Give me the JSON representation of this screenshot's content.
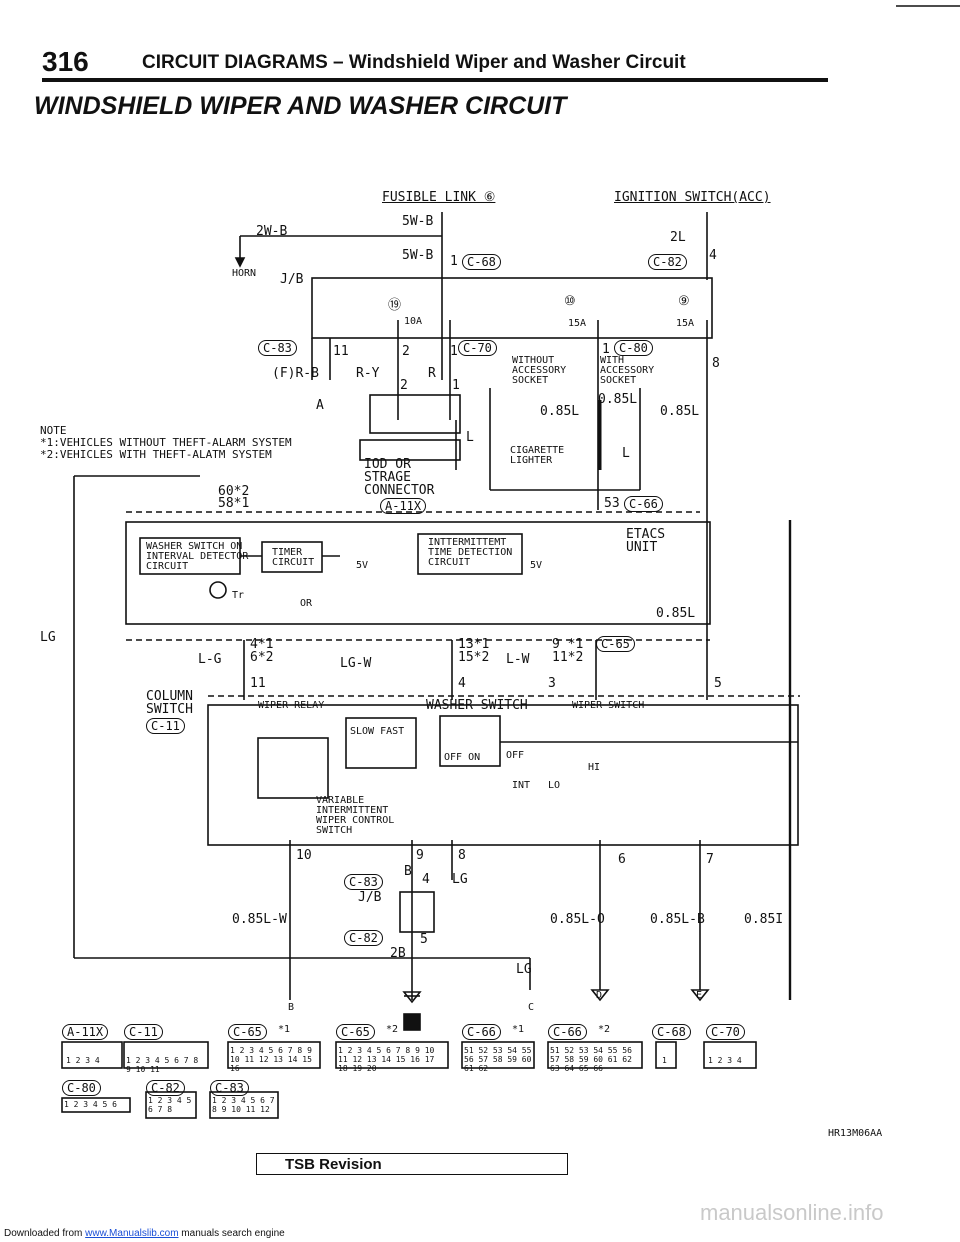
{
  "header": {
    "page_number": "316",
    "section_title": "CIRCUIT DIAGRAMS – Windshield Wiper and Washer Circuit"
  },
  "title": "WINDSHIELD WIPER AND WASHER CIRCUIT",
  "labels": {
    "fusible_link": "FUSIBLE LINK ⑥",
    "ignition_switch": "IGNITION SWITCH(ACC)",
    "w2wb": "2W-B",
    "w5wb_top": "5W-B",
    "w5wb_bot": "5W-B",
    "horn": "HORN",
    "jb": "J/B",
    "w2l": "2L",
    "fuse19": "⑲",
    "fuse10": "⑩",
    "fuse9": "⑨",
    "amp10": "10A",
    "amp15a": "15A",
    "amp15b": "15A",
    "frb": "(F)R-B",
    "ry": "R-Y",
    "r": "R",
    "without_socket": "WITHOUT\nACCESSORY\nSOCKET",
    "with_socket": "WITH\nACCESSORY\nSOCKET",
    "w085l_a": "0.85L",
    "w085l_b": "0.85L",
    "w085l_c": "0.85L",
    "w085l_d": "0.85L",
    "l1": "L",
    "l2": "L",
    "cigarette": "CIGARETTE\nLIGHTER",
    "iod": "IOD OR\nSTRAGE\nCONNECTOR",
    "note_title": "NOTE",
    "note1": "*1:VEHICLES WITHOUT THEFT-ALARM SYSTEM",
    "note2": "*2:VEHICLES WITH THEFT-ALATM SYSTEM",
    "pin60": "60*2",
    "pin58": "58*1",
    "pin53": "53",
    "etacs": "ETACS\nUNIT",
    "washer_switch_on": "WASHER SWITCH ON\nINTERVAL DETECTOR\nCIRCUIT",
    "timer": "TIMER\nCIRCUIT",
    "intermittent": "INTTERMITTEMT\nTIME DETECTION\nCIRCUIT",
    "v5a": "5V",
    "v5b": "5V",
    "tr": "Tr",
    "or": "OR",
    "lg_left": "LG",
    "lg": "L-G",
    "lgw": "LG-W",
    "lw": "L-W",
    "pin4_6": "4*1\n6*2",
    "pin13_15": "13*1\n15*2",
    "pin9_11": "9 *1\n11*2",
    "pin11": "11",
    "pin4": "4",
    "pin3": "3",
    "pin5": "5",
    "column_switch": "COLUMN\nSWITCH",
    "wiper_relay": "WIPER RELAY",
    "washer_switch": "WASHER SWITCH",
    "wiper_switch": "WIPER SWITCH",
    "slow_fast": "SLOW FAST",
    "off_on": "OFF  ON",
    "variable": "VARIABLE\nINTERMITTENT\nWIPER CONTROL\nSWITCH",
    "off1": "OFF",
    "hi1": "HI",
    "int1": "INT",
    "lo1": "LO",
    "pin10": "10",
    "pin9": "9",
    "pin8": "8",
    "pin6": "6",
    "pin7": "7",
    "b_label": "B",
    "pin4b": "4",
    "lg2": "LG",
    "jb2": "J/B",
    "pin5b": "5",
    "w2b": "2B",
    "w085lw": "0.85L-W",
    "w085lo": "0.85L-O",
    "w085lb": "0.85L-B",
    "w085l_end": "0.85I",
    "lg3": "LG",
    "bottom_b": "B",
    "bottom_c": "C",
    "bottom_d": "D",
    "bottom_e": "E",
    "hr_code": "HR13M06AA",
    "pin8_right": "8",
    "pin4_top": "4",
    "pin1_c68": "1",
    "pin2": "2",
    "pin1": "1",
    "pin2b": "2",
    "pin1b": "1",
    "pin11b": "11",
    "pin1_c80": "1",
    "a_label": "A"
  },
  "connectors": {
    "c68": "C-68",
    "c82": "C-82",
    "c83": "C-83",
    "c70": "C-70",
    "c80": "C-80",
    "a11x": "A-11X",
    "c66": "C-66",
    "c65": "C-65",
    "c11": "C-11",
    "c83b": "C-83",
    "c82b": "C-82"
  },
  "connector_key": [
    {
      "label": "A-11X",
      "pins": "1 2 3 4"
    },
    {
      "label": "C-11",
      "pins": "1 2 3 4 5 6 7 8 9 10 11"
    },
    {
      "label": "C-65",
      "mark": "*1",
      "pins": "1 2 3 4 5 6 7 8 9 10 11 12 13 14 15 16"
    },
    {
      "label": "C-65",
      "mark": "*2",
      "pins": "1 2 3 4 5 6 7 8 9 10 11 12 13 14 15 16 17 18 19 20"
    },
    {
      "label": "C-66",
      "mark": "*1",
      "pins": "51 52 53 54 55 56 57 58 59 60 61 62"
    },
    {
      "label": "C-66",
      "mark": "*2",
      "pins": "51 52 53 54 55 56 57 58 59 60 61 62 63 64 65 66"
    },
    {
      "label": "C-68",
      "pins": "1"
    },
    {
      "label": "C-70",
      "pins": "1 2 3 4"
    },
    {
      "label": "C-80",
      "pins": "1 2 3 4 5 6"
    },
    {
      "label": "C-82",
      "pins": "1 2 3 4 5 6 7 8"
    },
    {
      "label": "C-83",
      "pins": "1 2 3 4 5 6 7 8 9 10 11 12"
    }
  ],
  "footer": {
    "tsb": "TSB Revision",
    "downloaded": "Downloaded from ",
    "link": "www.Manualslib.com",
    "rest": " manuals search engine",
    "watermark": "manualsonline.info"
  }
}
